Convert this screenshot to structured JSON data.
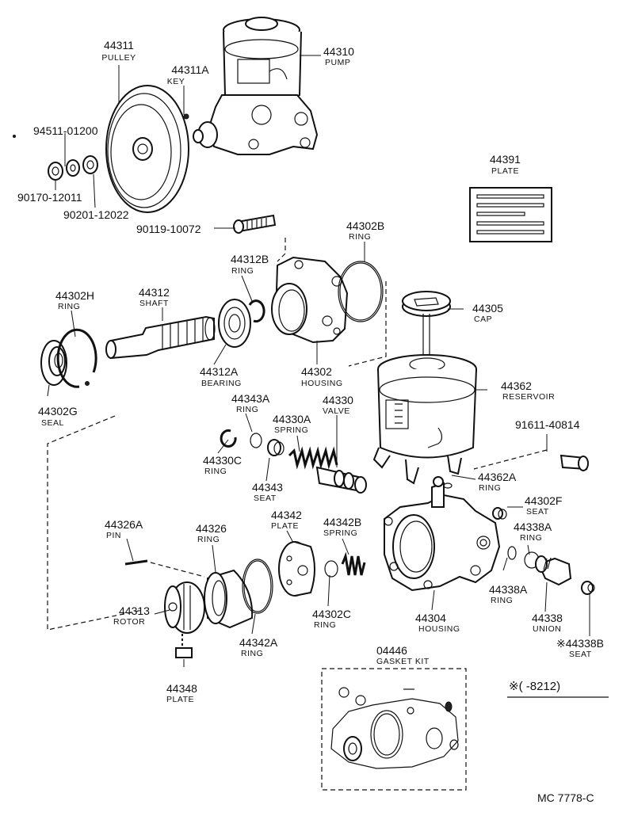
{
  "parts": [
    {
      "key": "p44311",
      "num": "44311",
      "name": "PULLEY"
    },
    {
      "key": "p44311a",
      "num": "44311A",
      "name": "KEY"
    },
    {
      "key": "p44310",
      "num": "44310",
      "name": "PUMP"
    },
    {
      "key": "p9451101200",
      "num": "94511-01200",
      "name": ""
    },
    {
      "key": "p9017012011",
      "num": "90170-12011",
      "name": ""
    },
    {
      "key": "p9020112022",
      "num": "90201-12022",
      "name": ""
    },
    {
      "key": "p44391",
      "num": "44391",
      "name": "PLATE"
    },
    {
      "key": "p9011910072",
      "num": "90119-10072",
      "name": ""
    },
    {
      "key": "p44302b",
      "num": "44302B",
      "name": "RING"
    },
    {
      "key": "p44312b",
      "num": "44312B",
      "name": "RING"
    },
    {
      "key": "p44302h",
      "num": "44302H",
      "name": "RING"
    },
    {
      "key": "p44312",
      "num": "44312",
      "name": "SHAFT"
    },
    {
      "key": "p44305",
      "num": "44305",
      "name": "CAP"
    },
    {
      "key": "p44312a",
      "num": "44312A",
      "name": "BEARING"
    },
    {
      "key": "p44302",
      "num": "44302",
      "name": "HOUSING"
    },
    {
      "key": "p44302g",
      "num": "44302G",
      "name": "SEAL"
    },
    {
      "key": "p44362",
      "num": "44362",
      "name": "RESERVOIR"
    },
    {
      "key": "p44343a",
      "num": "44343A",
      "name": "RING"
    },
    {
      "key": "p44330",
      "num": "44330",
      "name": "VALVE"
    },
    {
      "key": "p44330a",
      "num": "44330A",
      "name": "SPRING"
    },
    {
      "key": "p9161140814",
      "num": "91611-40814",
      "name": ""
    },
    {
      "key": "p44330c",
      "num": "44330C",
      "name": "RING"
    },
    {
      "key": "p44343",
      "num": "44343",
      "name": "SEAT"
    },
    {
      "key": "p44362a",
      "num": "44362A",
      "name": "RING"
    },
    {
      "key": "p44302f",
      "num": "44302F",
      "name": "SEAT"
    },
    {
      "key": "p44326a",
      "num": "44326A",
      "name": "PIN"
    },
    {
      "key": "p44326",
      "num": "44326",
      "name": "RING"
    },
    {
      "key": "p44342",
      "num": "44342",
      "name": "PLATE"
    },
    {
      "key": "p44342b",
      "num": "44342B",
      "name": "SPRING"
    },
    {
      "key": "p44338a1",
      "num": "44338A",
      "name": "RING"
    },
    {
      "key": "p44313",
      "num": "44313",
      "name": "ROTOR"
    },
    {
      "key": "p44302c",
      "num": "44302C",
      "name": "RING"
    },
    {
      "key": "p44304",
      "num": "44304",
      "name": "HOUSING"
    },
    {
      "key": "p44338a2",
      "num": "44338A",
      "name": "RING"
    },
    {
      "key": "p44338",
      "num": "44338",
      "name": "UNION"
    },
    {
      "key": "p44342a",
      "num": "44342A",
      "name": "RING"
    },
    {
      "key": "p44338b",
      "num": "※44338B",
      "name": "SEAT"
    },
    {
      "key": "p04446",
      "num": "04446",
      "name": "GASKET KIT"
    },
    {
      "key": "p44348",
      "num": "44348",
      "name": "PLATE"
    }
  ],
  "note": "※(      -8212)",
  "drawing_code": "MC 7778-C"
}
